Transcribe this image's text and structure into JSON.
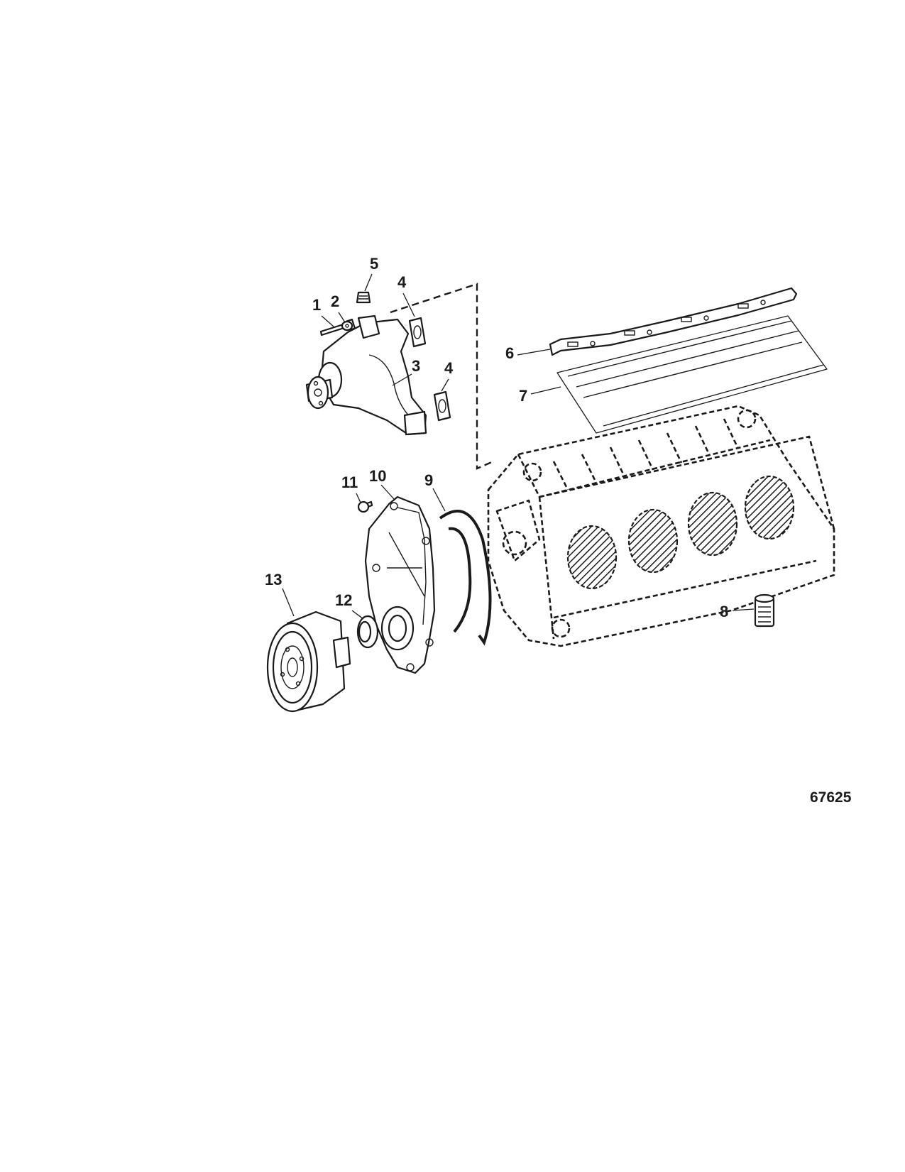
{
  "figure_id": "67625",
  "callouts": [
    {
      "id": "c1",
      "label": "1"
    },
    {
      "id": "c2",
      "label": "2"
    },
    {
      "id": "c3",
      "label": "3"
    },
    {
      "id": "c4a",
      "label": "4"
    },
    {
      "id": "c4b",
      "label": "4"
    },
    {
      "id": "c5",
      "label": "5"
    },
    {
      "id": "c6",
      "label": "6"
    },
    {
      "id": "c7",
      "label": "7"
    },
    {
      "id": "c8",
      "label": "8"
    },
    {
      "id": "c9",
      "label": "9"
    },
    {
      "id": "c10",
      "label": "10"
    },
    {
      "id": "c11",
      "label": "11"
    },
    {
      "id": "c12",
      "label": "12"
    },
    {
      "id": "c13",
      "label": "13"
    }
  ]
}
